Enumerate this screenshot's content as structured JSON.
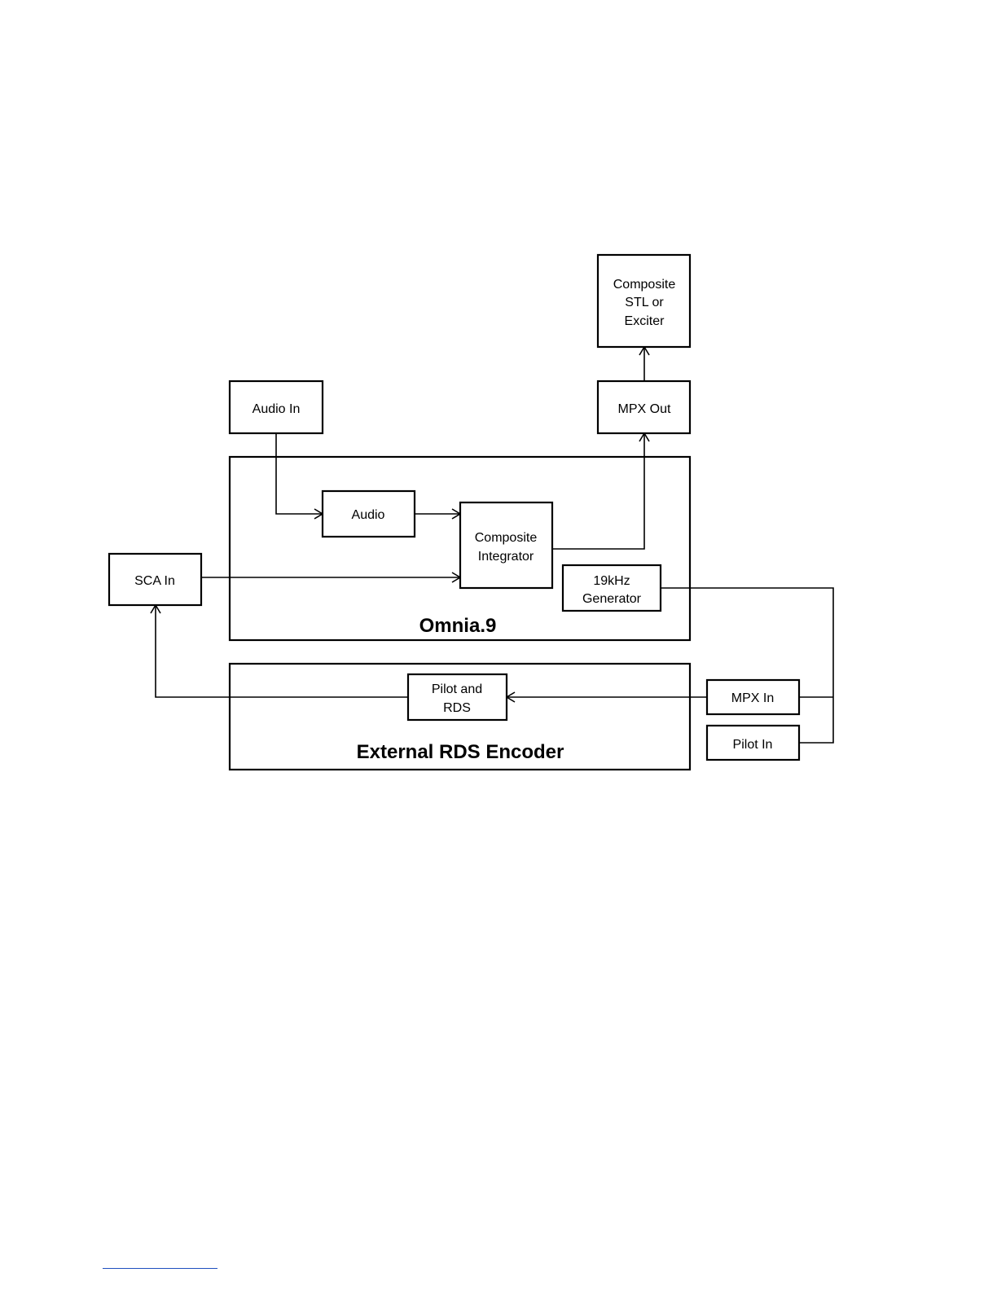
{
  "colors": {
    "stroke": "#000000",
    "background": "#ffffff",
    "footnote_rule": "#1f4fbf"
  },
  "groups": {
    "omnia": {
      "title": "Omnia.9"
    },
    "rds_encoder": {
      "title": "External RDS Encoder"
    }
  },
  "blocks": {
    "composite_stl": {
      "lines": [
        "Composite",
        "STL or",
        "Exciter"
      ]
    },
    "mpx_out": {
      "lines": [
        "MPX Out"
      ]
    },
    "audio_in": {
      "lines": [
        "Audio In"
      ]
    },
    "audio": {
      "lines": [
        "Audio"
      ]
    },
    "composite_integrator": {
      "lines": [
        "Composite",
        "Integrator"
      ]
    },
    "sca_in": {
      "lines": [
        "SCA In"
      ]
    },
    "generator_19khz": {
      "lines": [
        "19kHz",
        "Generator"
      ]
    },
    "pilot_rds": {
      "lines": [
        "Pilot and",
        "RDS"
      ]
    },
    "mpx_in": {
      "lines": [
        "MPX In"
      ]
    },
    "pilot_in": {
      "lines": [
        "Pilot In"
      ]
    }
  },
  "connections": [
    {
      "from": "audio_in",
      "to": "audio",
      "arrow": true
    },
    {
      "from": "audio",
      "to": "composite_integrator",
      "arrow": true
    },
    {
      "from": "sca_in",
      "to": "composite_integrator",
      "arrow": true
    },
    {
      "from": "composite_integrator",
      "to": "mpx_out",
      "arrow": true
    },
    {
      "from": "mpx_out",
      "to": "composite_stl",
      "arrow": true
    },
    {
      "from": "generator_19khz",
      "to": "mpx_in",
      "arrow": false
    },
    {
      "from": "generator_19khz",
      "to": "pilot_in",
      "arrow": false
    },
    {
      "from": "mpx_in",
      "to": "pilot_rds",
      "arrow": true
    },
    {
      "from": "pilot_rds",
      "to": "sca_in",
      "arrow": true
    }
  ]
}
